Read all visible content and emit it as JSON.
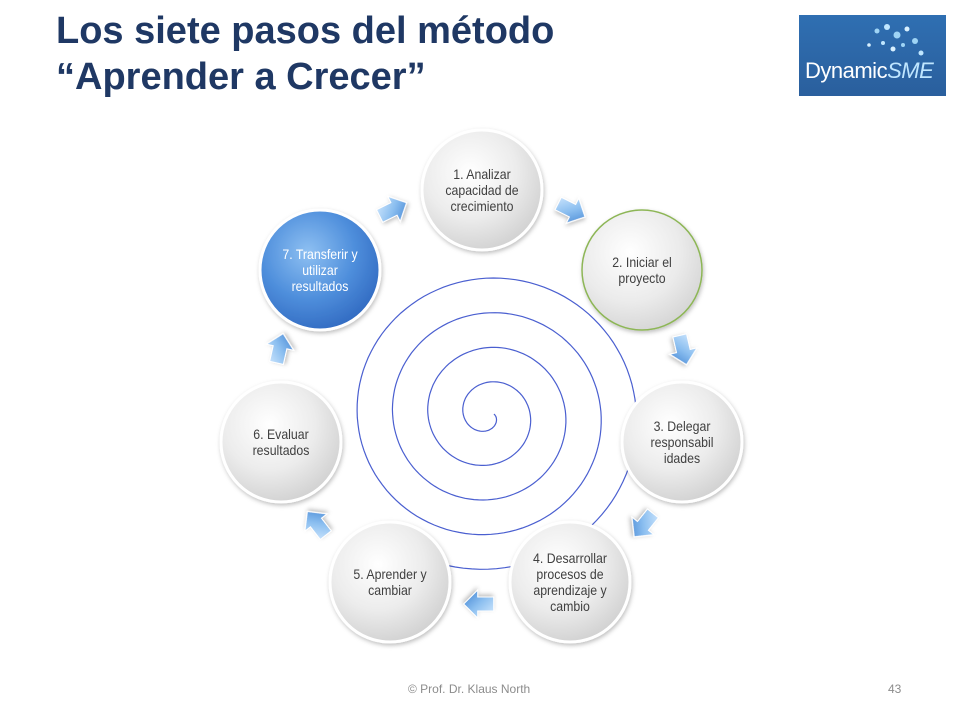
{
  "title": {
    "line1": "Los siete pasos del método",
    "line2": "“Aprender a Crecer”"
  },
  "logo": {
    "text_main": "Dynamic",
    "text_accent": "SME"
  },
  "cycle": {
    "steps": [
      {
        "label": "1. Analizar capacidad de crecimiento",
        "style": "gray"
      },
      {
        "label": "2. Iniciar el proyecto",
        "style": "green"
      },
      {
        "label": "3. Delegar responsabil idades",
        "style": "gray"
      },
      {
        "label": "4. Desarrollar procesos de aprendizaje y cambio",
        "style": "gray"
      },
      {
        "label": "5. Aprender y cambiar",
        "style": "gray"
      },
      {
        "label": "6. Evaluar resultados",
        "style": "gray"
      },
      {
        "label": "7. Transferir y utilizar resultados",
        "style": "blue"
      }
    ]
  },
  "colors": {
    "title": "#1f3864",
    "spiral": "#4a5fd0",
    "arrow": "#4a8fd6",
    "node_gray": "#e6e6e6",
    "node_blue": "#3f7fd6",
    "node_green_border": "#8db657"
  },
  "footer": {
    "copyright": "© Prof. Dr. Klaus North",
    "page_number": "43"
  }
}
